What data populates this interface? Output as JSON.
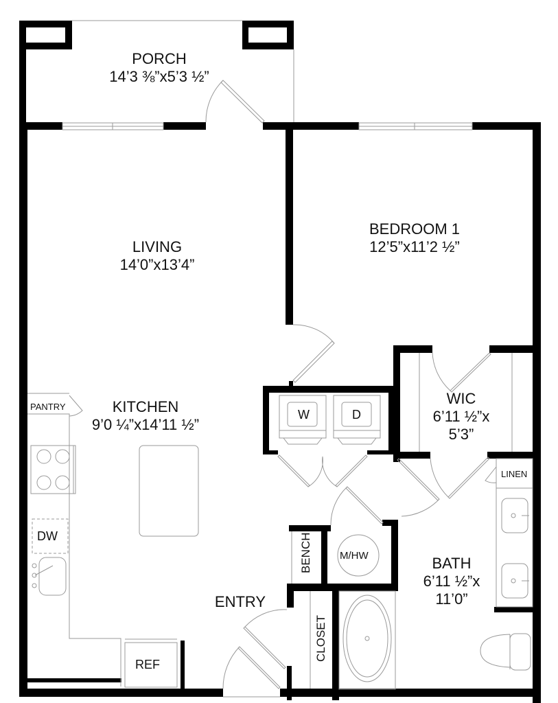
{
  "plan": {
    "rooms": [
      {
        "id": "porch",
        "name": "PORCH",
        "dims": "14’3 ⅜”x5’3 ½”"
      },
      {
        "id": "living",
        "name": "LIVING",
        "dims": "14’0”x13’4”"
      },
      {
        "id": "bedroom1",
        "name": "BEDROOM 1",
        "dims": "12’5”x11’2 ½”"
      },
      {
        "id": "kitchen",
        "name": "KITCHEN",
        "dims": "9’0 ¼”x14’11  ½”"
      },
      {
        "id": "wic",
        "name": "WIC",
        "dims": "6’11 ½”x",
        "dims2": "5’3”"
      },
      {
        "id": "bath",
        "name": "BATH",
        "dims": "6’11 ½”x",
        "dims2": "11’0”"
      },
      {
        "id": "entry",
        "name": "ENTRY"
      }
    ],
    "fixtures": {
      "pantry": "PANTRY",
      "washer": "W",
      "dryer": "D",
      "dishwasher": "DW",
      "refrigerator": "REF",
      "bench": "BENCH",
      "closet": "CLOSET",
      "mech_water_heater": "M/HW",
      "linen": "LINEN"
    }
  }
}
